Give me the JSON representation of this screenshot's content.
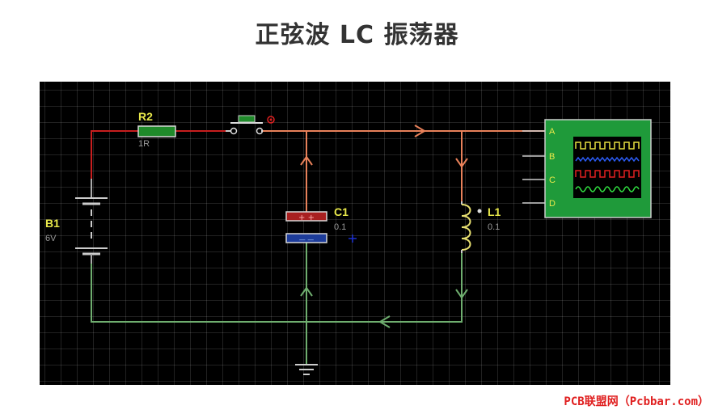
{
  "title": "正弦波 LC 振荡器",
  "watermark": "PCB联盟网（Pcbbar.com）",
  "components": {
    "r2": {
      "ref": "R2",
      "value": "1R"
    },
    "b1": {
      "ref": "B1",
      "value": "6V"
    },
    "c1": {
      "ref": "C1",
      "value": "0.1",
      "plus": "+ +",
      "minus": "— —"
    },
    "l1": {
      "ref": "L1",
      "value": "0.1"
    }
  },
  "scope": {
    "channels": [
      "A",
      "B",
      "C",
      "D"
    ]
  },
  "colors": {
    "wire_red": "#c81e1e",
    "wire_orange": "#e8815a",
    "wire_green": "#6fae6f",
    "label_yellow": "#e8e84a",
    "scope_green": "#1f9a3a"
  }
}
